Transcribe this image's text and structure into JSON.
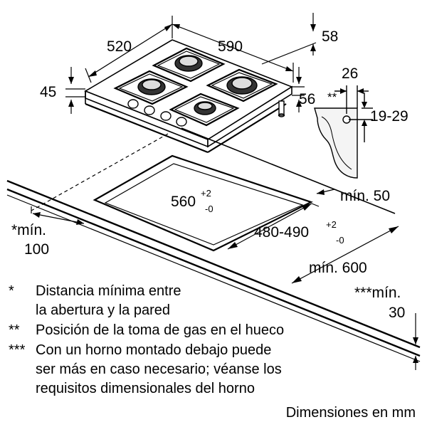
{
  "dimensions": {
    "width_520": "520",
    "width_590": "590",
    "depth_58": "58",
    "height_45": "45",
    "height_56": "56",
    "gas_26": "26",
    "gas_19_29": "19-29",
    "gas_marker": "**",
    "cutout_560": "560",
    "cutout_560_plus": "+2",
    "cutout_560_minus": "-0",
    "cutout_480": "480-490",
    "cutout_480_plus": "+2",
    "cutout_480_minus": "-0",
    "min_50": "mín. 50",
    "min_100_a": "*mín.",
    "min_100_b": "100",
    "min_600": "mín. 600",
    "min_30_a": "***mín.",
    "min_30_b": "30"
  },
  "notes": [
    {
      "marker": "*",
      "lines": [
        "Distancia mínima entre",
        "la abertura y la pared"
      ]
    },
    {
      "marker": "**",
      "lines": [
        "Posición de la toma de gas en el hueco"
      ]
    },
    {
      "marker": "***",
      "lines": [
        "Con un horno montado debajo puede",
        "ser más en caso necesario; véanse los",
        "requisitos dimensionales del horno"
      ]
    }
  ],
  "units_note": "Dimensiones en mm"
}
